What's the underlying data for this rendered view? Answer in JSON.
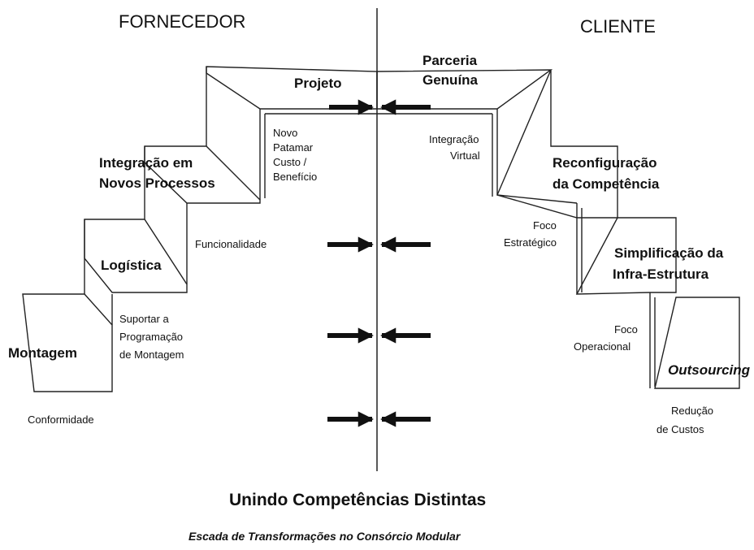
{
  "headers": {
    "supplier": "FORNECEDOR",
    "client": "CLIENTE"
  },
  "supplier_steps": {
    "step1": "Montagem",
    "step2": "Logística",
    "step3_line1": "Integração em",
    "step3_line2": "Novos Processos",
    "step4": "Projeto"
  },
  "client_steps": {
    "step1": "Outsourcing",
    "step2_line1": "Simplificação da",
    "step2_line2": "Infra-Estrutura",
    "step3_line1": "Reconfiguração",
    "step3_line2": "da Competência",
    "step4_line1": "Parceria",
    "step4_line2": "Genuína"
  },
  "supplier_notes": {
    "n1": "Conformidade",
    "n2_line1": "Suportar a",
    "n2_line2": "Programação",
    "n2_line3": "de Montagem",
    "n3": "Funcionalidade",
    "n4_line1": "Novo",
    "n4_line2": "Patamar",
    "n4_line3": "Custo /",
    "n4_line4": "Benefício"
  },
  "client_notes": {
    "n1_line1": "Redução",
    "n1_line2": "de Custos",
    "n2_line1": "Foco",
    "n2_line2": "Operacional",
    "n3_line1": "Foco",
    "n3_line2": "Estratégico",
    "n4_line1": "Integração",
    "n4_line2": "Virtual"
  },
  "footer": {
    "title": "Unindo Competências Distintas",
    "caption": "Escada de Transformações no Consórcio Modular"
  }
}
